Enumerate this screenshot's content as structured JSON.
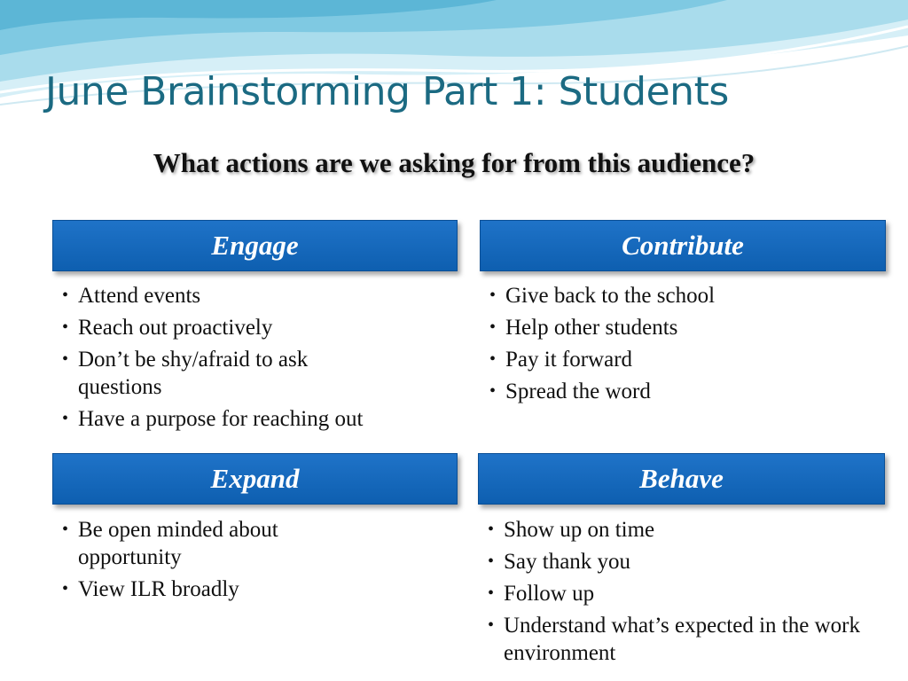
{
  "title": "June Brainstorming Part 1: Students",
  "subtitle": "What actions are we asking for from this audience?",
  "colors": {
    "title": "#1b6a82",
    "header_bg": "#1a6cc0",
    "header_text": "#ffffff",
    "wave_light": "#bfe6f2",
    "wave_mid": "#7fcde6"
  },
  "sections": [
    {
      "heading": "Engage",
      "items": [
        "Attend events",
        "Reach out proactively",
        "Don’t be shy/afraid to ask questions",
        "Have a purpose for reaching out"
      ]
    },
    {
      "heading": "Contribute",
      "items": [
        "Give back to the school",
        "Help other students",
        "Pay it forward",
        "Spread the word"
      ]
    },
    {
      "heading": "Expand",
      "items": [
        "Be open minded about opportunity",
        "View ILR broadly"
      ]
    },
    {
      "heading": "Behave",
      "items": [
        "Show up on time",
        "Say thank you",
        "Follow up",
        "Understand what’s expected in the work environment"
      ]
    }
  ]
}
